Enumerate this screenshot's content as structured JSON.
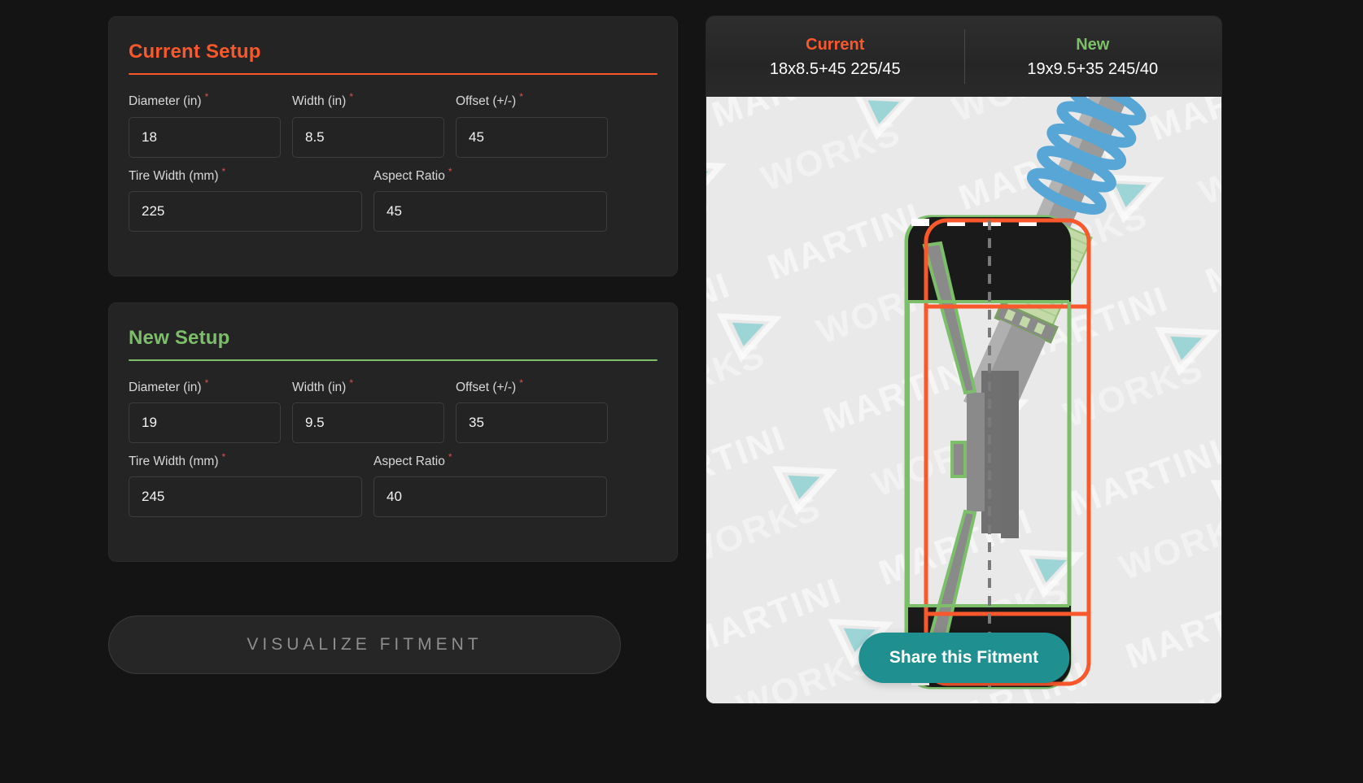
{
  "colors": {
    "page_bg": "#141414",
    "panel_bg": "#242424",
    "current_accent": "#f9582c",
    "new_accent": "#7dbe6a",
    "share_button": "#1f8f8f",
    "required_star": "#d9534f",
    "stage_bg": "#e9e9e9",
    "triangle_teal": "#8fd0d2",
    "spring_blue": "#58a6d6",
    "hub_gray": "#8a8a8a",
    "tire_black": "#1a1a1a"
  },
  "current_setup": {
    "title": "Current Setup",
    "fields": [
      {
        "label": "Diameter (in)",
        "required": "*",
        "value": "18",
        "placeholder": "18"
      },
      {
        "label": "Width (in)",
        "required": "*",
        "value": "8.5",
        "placeholder": "8.5"
      },
      {
        "label": "Offset (+/-)",
        "required": "*",
        "value": "45",
        "placeholder": "45"
      },
      {
        "label": "Tire Width (mm)",
        "required": "*",
        "value": "225",
        "placeholder": "225"
      },
      {
        "label": "Aspect Ratio",
        "required": "*",
        "value": "45",
        "placeholder": "45"
      }
    ]
  },
  "new_setup": {
    "title": "New Setup",
    "fields": [
      {
        "label": "Diameter (in)",
        "required": "*",
        "value": "19",
        "placeholder": "19"
      },
      {
        "label": "Width (in)",
        "required": "*",
        "value": "9.5",
        "placeholder": "9.5"
      },
      {
        "label": "Offset (+/-)",
        "required": "*",
        "value": "35",
        "placeholder": "35"
      },
      {
        "label": "Tire Width (mm)",
        "required": "*",
        "value": "245",
        "placeholder": "245"
      },
      {
        "label": "Aspect Ratio",
        "required": "*",
        "value": "40",
        "placeholder": "40"
      }
    ]
  },
  "visualize_button": {
    "label": "VISUALIZE FITMENT",
    "enabled": "false"
  },
  "visualizer": {
    "header": {
      "current_label": "Current",
      "current_spec": "18x8.5+45 225/45",
      "new_label": "New",
      "new_spec": "19x9.5+35 245/40"
    },
    "share_button_label": "Share this Fitment",
    "watermark_text": "MARTINI WORKS",
    "watermark_word_1": "MARTINI",
    "watermark_word_2": "WORKS"
  }
}
